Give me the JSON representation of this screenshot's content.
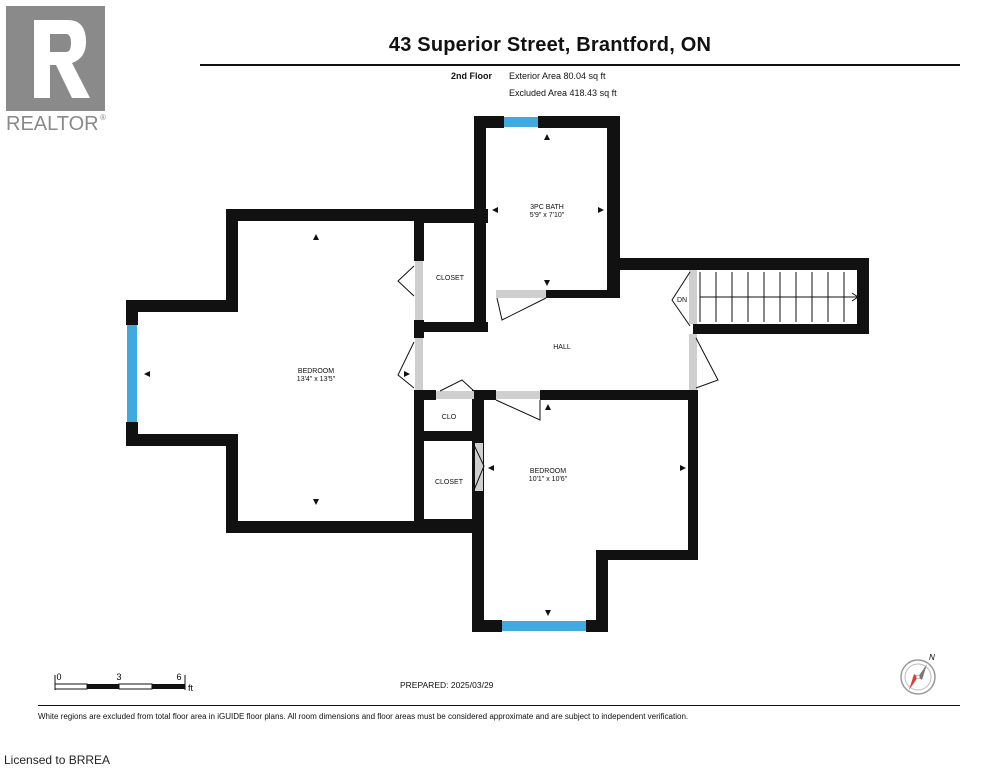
{
  "brand": {
    "logo_text": "REALTOR",
    "registered_mark": "®"
  },
  "header": {
    "title": "43 Superior Street, Brantford, ON",
    "floor": "2nd Floor",
    "exterior_area": "Exterior Area 80.04 sq ft",
    "excluded_area": "Excluded Area 418.43 sq ft"
  },
  "rooms": {
    "bath_name": "3PC BATH",
    "bath_dims": "5'9\" x 7'10\"",
    "closet_top": "CLOSET",
    "bedroom1_name": "BEDROOM",
    "bedroom1_dims": "13'4\" x 13'5\"",
    "hall": "HALL",
    "dn": "DN",
    "clo": "CLO",
    "closet_bottom": "CLOSET",
    "bedroom2_name": "BEDROOM",
    "bedroom2_dims": "10'1\" x 10'6\""
  },
  "scale": {
    "tick_0": "0",
    "tick_3": "3",
    "tick_6": "6",
    "unit": "ft"
  },
  "compass": {
    "north": "N"
  },
  "footer": {
    "prepared": "PREPARED: 2025/03/29",
    "disclaimer": "White regions are excluded from total floor area in iGUIDE floor plans. All room dimensions and floor areas must be considered approximate and are subject to independent verification.",
    "licensed": "Licensed to BRREA"
  },
  "colors": {
    "wall": "#111111",
    "window": "#3fa9e0",
    "opening": "#cfcfcf",
    "logo": "#8a8a8a"
  }
}
